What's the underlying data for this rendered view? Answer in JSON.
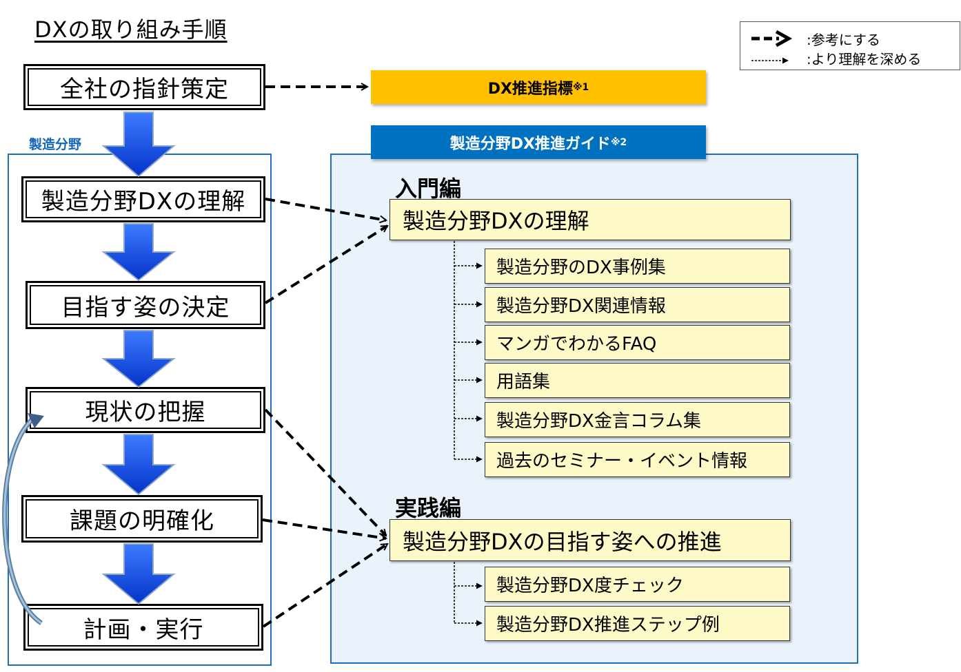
{
  "title": "DXの取り組み手順",
  "legend": {
    "reference_label": ":参考にする",
    "deepen_label": ":より理解を深める"
  },
  "steps": [
    "全社の指針策定",
    "製造分野DXの理解",
    "目指す姿の決定",
    "現状の把握",
    "課題の明確化",
    "計画・実行"
  ],
  "mfg_label": "製造分野",
  "index_box": {
    "label": "DX推進指標",
    "note": "※1"
  },
  "guide": {
    "label": "製造分野DX推進ガイド",
    "note": "※2"
  },
  "intro": {
    "title": "入門編",
    "main": "製造分野DXの理解",
    "items": [
      "製造分野のDX事例集",
      "製造分野DX関連情報",
      "マンガでわかるFAQ",
      "用語集",
      "製造分野DX金言コラム集",
      "過去のセミナー・イベント情報"
    ]
  },
  "practice": {
    "title": "実践編",
    "main": "製造分野DXの目指す姿への推進",
    "items": [
      "製造分野DX度チェック",
      "製造分野DX推進ステップ例"
    ]
  },
  "colors": {
    "step_arrow_blue": "#0a4cf0",
    "region_border": "#1f6fc0",
    "guide_fill": "#eaf3fc",
    "index_fill": "#ffc000",
    "guide_banner_fill": "#0070c0",
    "item_fill": "#fdfac8"
  }
}
